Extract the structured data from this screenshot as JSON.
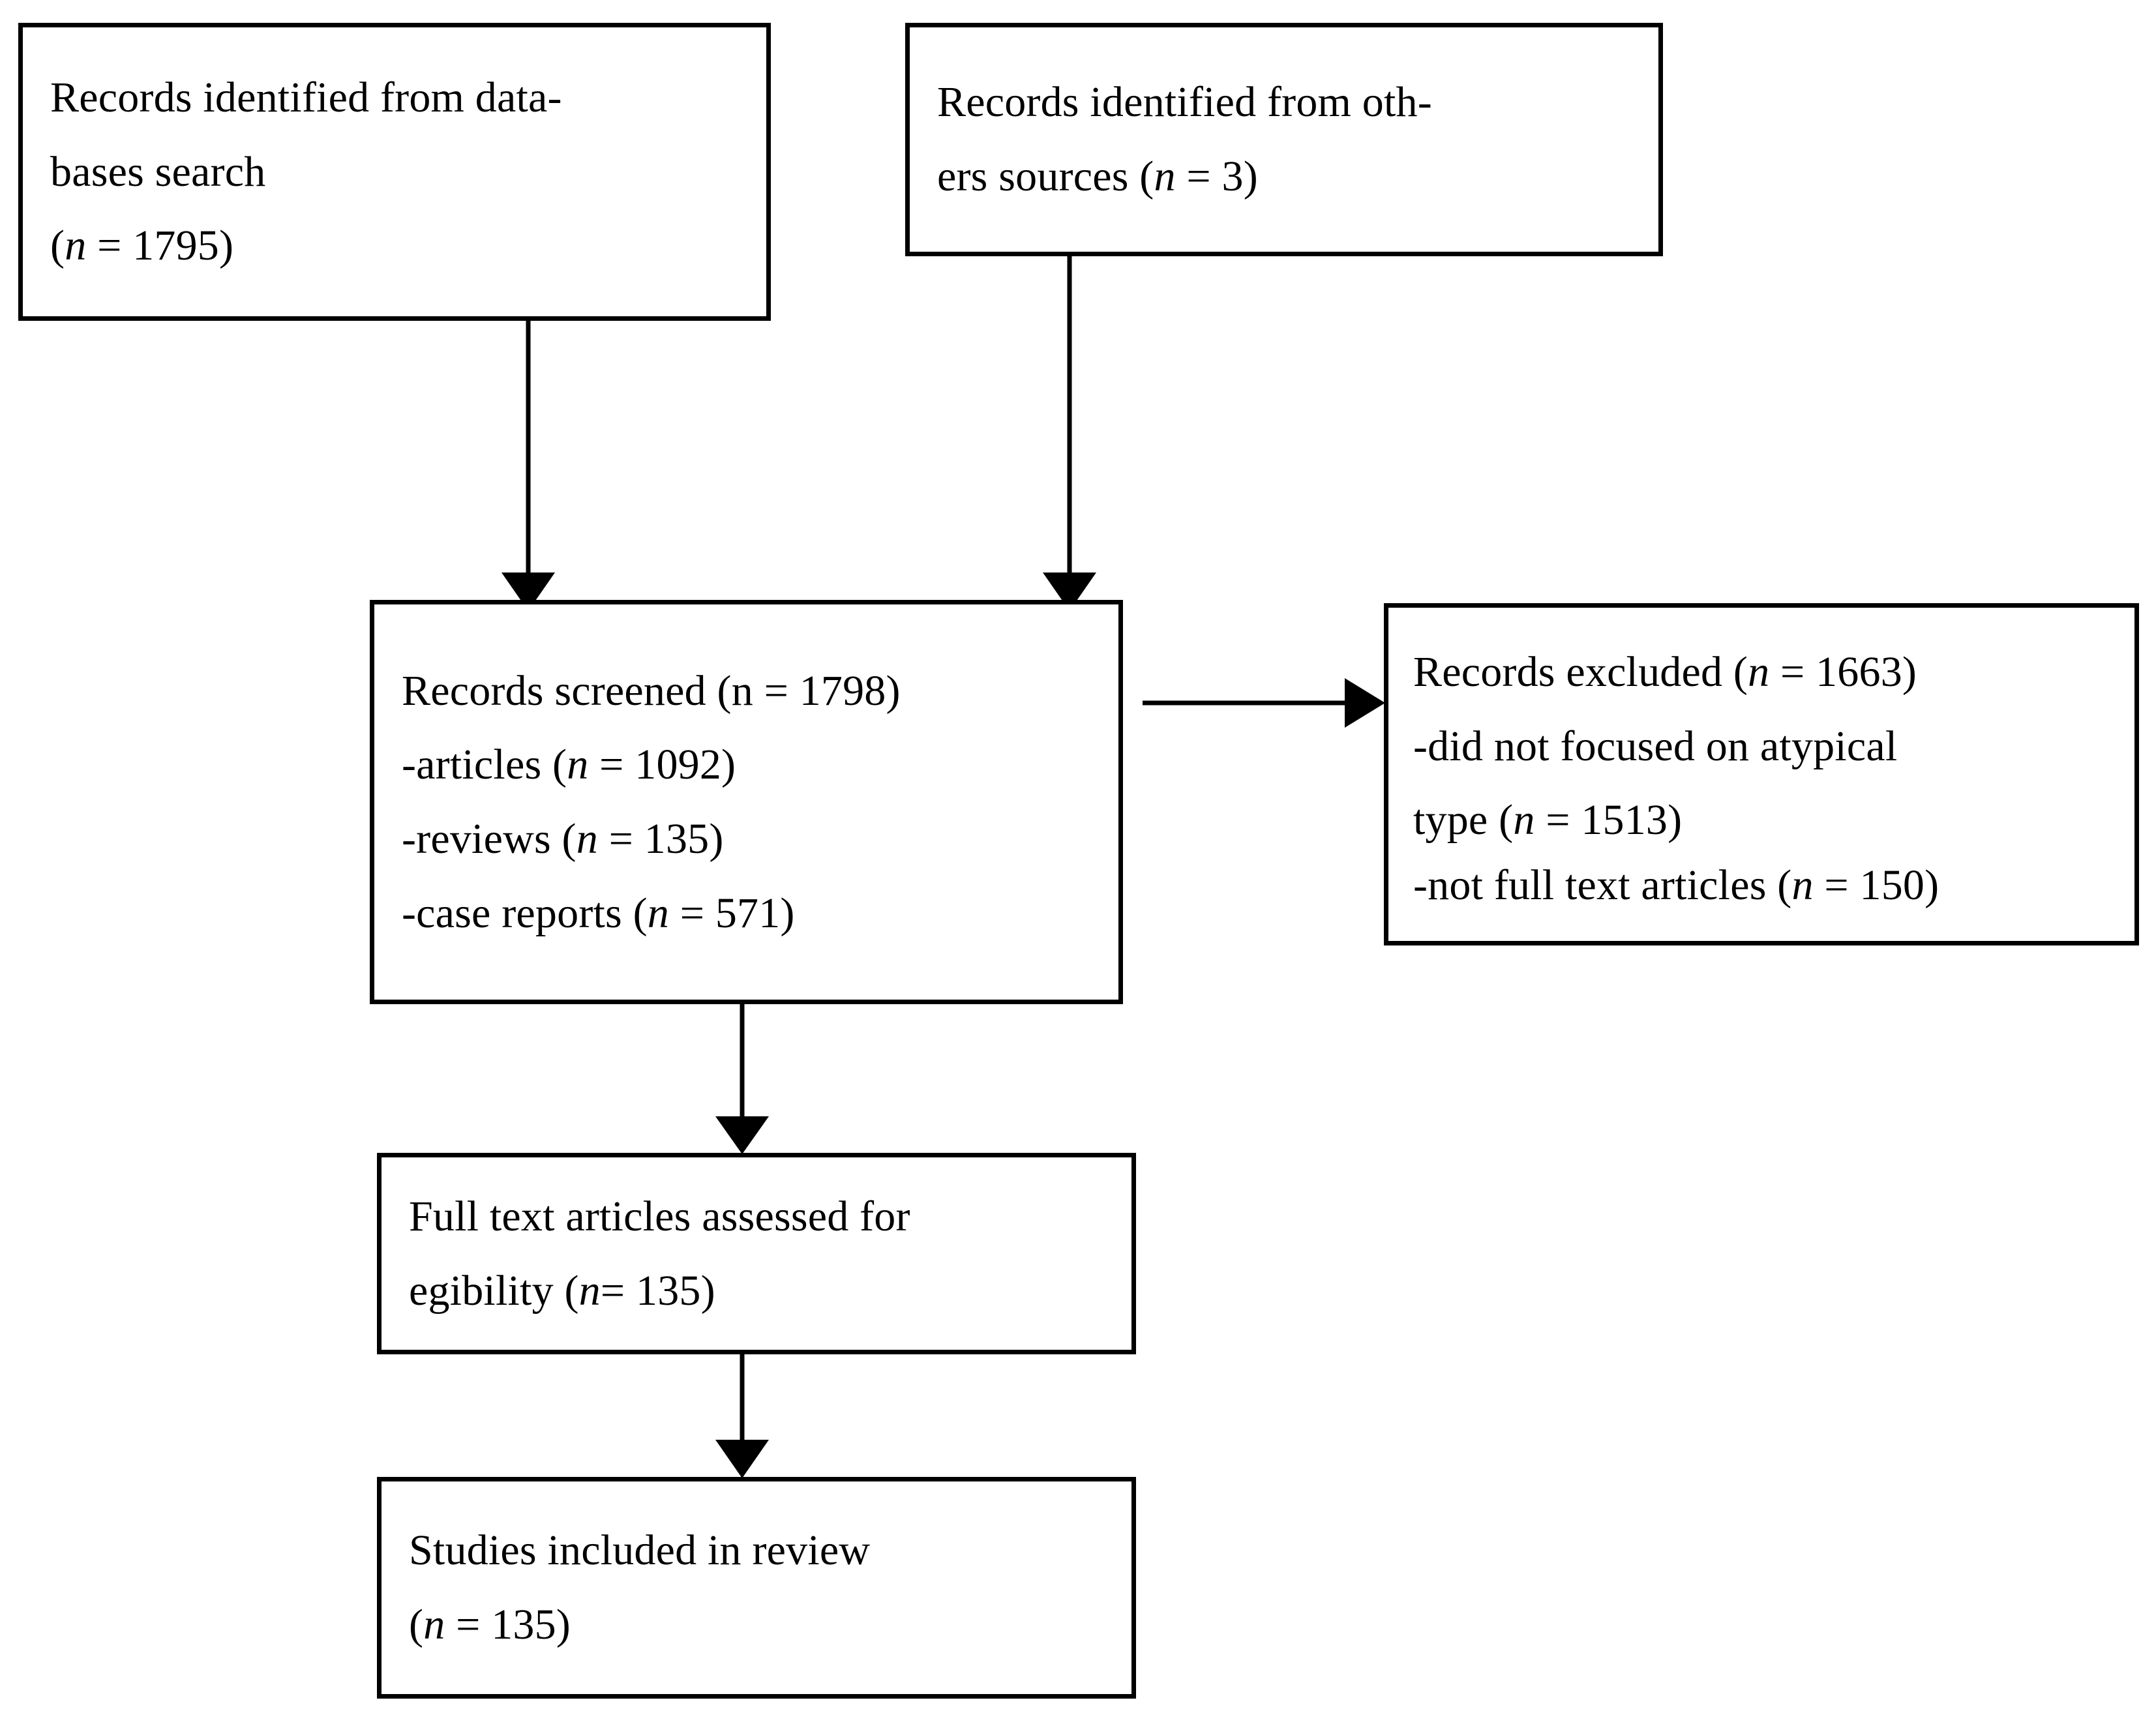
{
  "diagram": {
    "title": "PRISMA study selection flow diagram",
    "type": "flowchart",
    "stroke_color": "#000000",
    "background_color": "#ffffff",
    "boxes": [
      {
        "id": "identified-databases",
        "lines": [
          {
            "pre": "Records identified from data-",
            "italic": "",
            "post": ""
          },
          {
            "pre": "bases search",
            "italic": "",
            "post": ""
          },
          {
            "pre": "(",
            "italic": "n",
            "post": " = 1795)"
          }
        ]
      },
      {
        "id": "identified-other-sources",
        "lines": [
          {
            "pre": "Records identified from oth-",
            "italic": "",
            "post": ""
          },
          {
            "pre": "ers sources (",
            "italic": "n",
            "post": " = 3)"
          }
        ]
      },
      {
        "id": "records-screened",
        "lines": [
          {
            "pre": "Records screened (n = 1798)",
            "italic": "",
            "post": ""
          },
          {
            "pre": "-articles (",
            "italic": "n",
            "post": " = 1092)"
          },
          {
            "pre": "-reviews (",
            "italic": "n",
            "post": " = 135)"
          },
          {
            "pre": "-case reports (",
            "italic": "n",
            "post": " = 571)"
          }
        ]
      },
      {
        "id": "records-excluded",
        "lines": [
          {
            "pre": "Records excluded (",
            "italic": "n",
            "post": " = 1663)"
          },
          {
            "pre": "-did not focused on atypical",
            "italic": "",
            "post": ""
          },
          {
            "pre": "type   (",
            "italic": "n",
            "post": " = 1513)"
          },
          {
            "pre": "-not full text articles (",
            "italic": "n",
            "post": " = 150)"
          }
        ]
      },
      {
        "id": "full-text-assessed",
        "lines": [
          {
            "pre": "Full text articles assessed for",
            "italic": "",
            "post": ""
          },
          {
            "pre": "egibility (",
            "italic": "n",
            "post": "= 135)"
          }
        ]
      },
      {
        "id": "studies-included",
        "lines": [
          {
            "pre": "Studies included in review",
            "italic": "",
            "post": ""
          },
          {
            "pre": "(",
            "italic": "n",
            "post": " = 135)"
          }
        ]
      }
    ],
    "counts": {
      "identified_databases": 1795,
      "identified_other_sources": 3,
      "records_screened": 1798,
      "screened_articles": 1092,
      "screened_reviews": 135,
      "screened_case_reports": 571,
      "records_excluded": 1663,
      "excluded_not_atypical": 1513,
      "excluded_not_full_text": 150,
      "full_text_assessed": 135,
      "studies_included": 135
    },
    "arrows": [
      {
        "id": "databases-to-screened",
        "direction": "down"
      },
      {
        "id": "other-sources-to-screened",
        "direction": "down"
      },
      {
        "id": "screened-to-excluded",
        "direction": "right"
      },
      {
        "id": "screened-to-full-text",
        "direction": "down"
      },
      {
        "id": "full-text-to-included",
        "direction": "down"
      }
    ]
  }
}
